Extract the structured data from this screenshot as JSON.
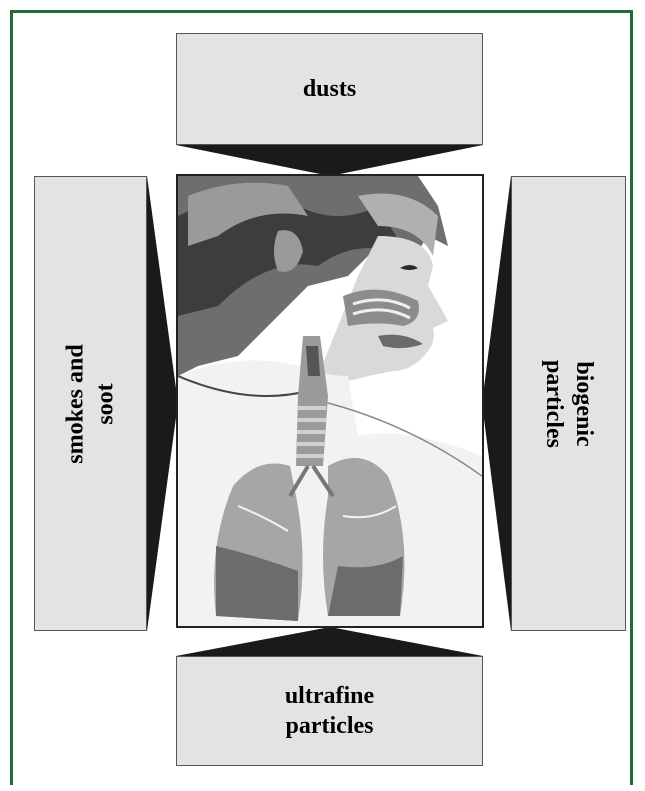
{
  "labels": {
    "top": "dusts",
    "bottom_line1": "ultrafine",
    "bottom_line2": "particles",
    "left_line1": "smokes and",
    "left_line2": "soot",
    "right_line1": "biogenic",
    "right_line2": "particles"
  },
  "colors": {
    "frame": "#1f6b3a",
    "box_fill": "#e3e3e3",
    "arrow": "#1a1a1a"
  },
  "illustration": {
    "icon": "child-respiratory-system-icon"
  }
}
